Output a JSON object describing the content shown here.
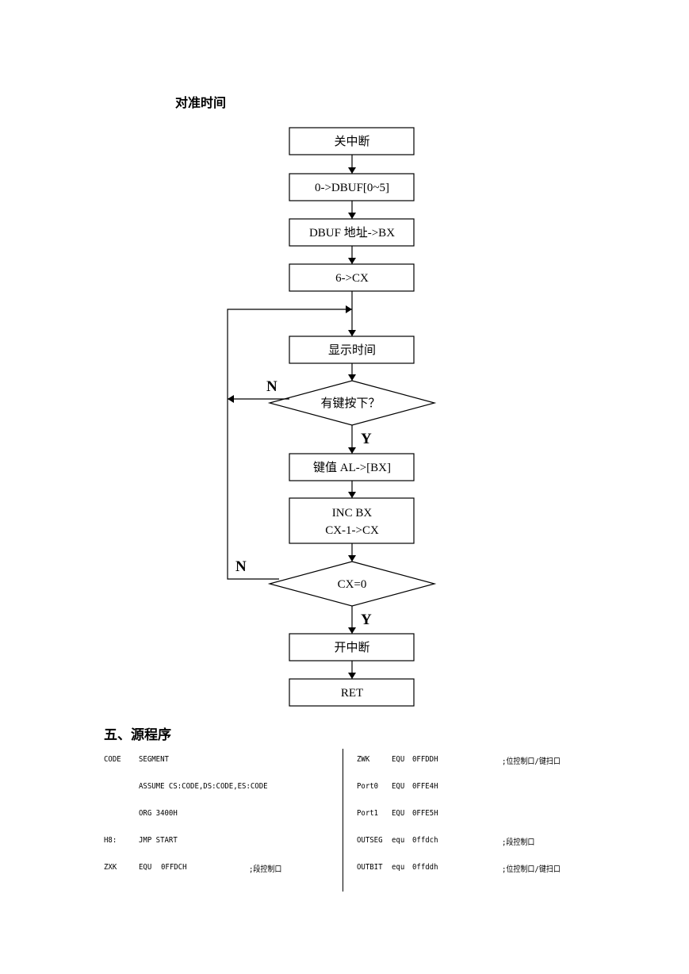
{
  "headings": {
    "align_time": "对准时间",
    "source": "五、源程序"
  },
  "flowchart": {
    "nodes": {
      "disable_interrupt": "关中断",
      "clear_dbuf": "0->DBUF[0~5]",
      "dbuf_addr": "DBUF 地址->BX",
      "set_cx": "6->CX",
      "show_time": "显示时间",
      "key_pressed": "有键按下？",
      "store_key": "键值 AL->[BX]",
      "inc_bx": "INC BX",
      "dec_cx": "CX-1->CX",
      "cx_zero": "CX=0",
      "enable_interrupt": "开中断",
      "ret": "RET"
    },
    "branches": {
      "key_no": "N",
      "key_yes": "Y",
      "cx_no": "N",
      "cx_yes": "Y"
    }
  },
  "source_code": {
    "left": [
      {
        "label": "CODE",
        "op": "SEGMENT",
        "args": "",
        "comment": ""
      },
      {
        "label": "",
        "op": "ASSUME CS:CODE,DS:CODE,ES:CODE",
        "args": "",
        "comment": ""
      },
      {
        "label": "",
        "op": "ORG 3400H",
        "args": "",
        "comment": ""
      },
      {
        "label": "H8:",
        "op": "JMP START",
        "args": "",
        "comment": ""
      },
      {
        "label": "ZXK",
        "op": "EQU",
        "args": "0FFDCH",
        "comment": ";段控制口"
      }
    ],
    "right": [
      {
        "label": "ZWK",
        "op": "EQU",
        "args": "0FFDDH",
        "comment": ";位控制口/键扫口"
      },
      {
        "label": "Port0",
        "op": "EQU",
        "args": "0FFE4H",
        "comment": ""
      },
      {
        "label": "Port1",
        "op": "EQU",
        "args": "0FFE5H",
        "comment": ""
      },
      {
        "label": "OUTSEG",
        "op": "equ",
        "args": "0ffdch",
        "comment": ";段控制口"
      },
      {
        "label": "OUTBIT",
        "op": "equ",
        "args": "0ffddh",
        "comment": ";位控制口/键扫口"
      }
    ]
  }
}
